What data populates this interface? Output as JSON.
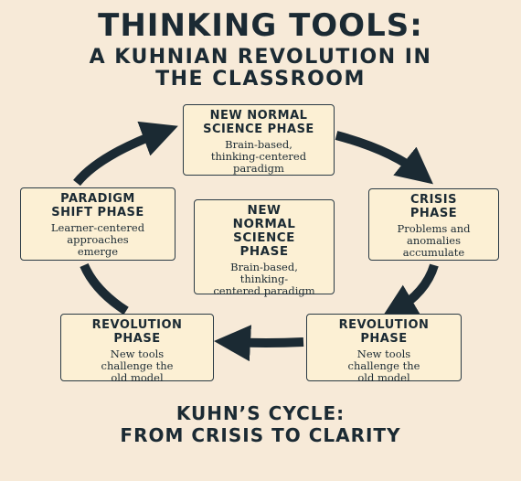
{
  "title": {
    "line1": "THINKING TOOLS:",
    "line2": "A KUHNIAN REVOLUTION IN",
    "line3": "THE CLASSROOM"
  },
  "boxes": {
    "new_normal_top": {
      "title": "NEW NORMAL\nSCIENCE PHASE",
      "desc": "Brain-based,\nthinking-centered\nparadigm"
    },
    "crisis": {
      "title": "CRISIS\nPHASE",
      "desc": "Problems and\nanomalies\naccumulate"
    },
    "paradigm_shift": {
      "title": "PARADIGM\nSHIFT PHASE",
      "desc": "Learner-centered\napproaches\nemerge"
    },
    "center": {
      "title": "NEW\nNORMAL\nSCIENCE\nPHASE",
      "desc": "Brain-based,\nthinking-\ncentered paradigm"
    },
    "revolution_left": {
      "title": "REVOLUTION\nPHASE",
      "desc": "New tools\nchallenge the\nold model"
    },
    "revolution_right": {
      "title": "REVOLUTION\nPHASE",
      "desc": "New tools\nchallenge the\nold model"
    }
  },
  "footer": {
    "line1": "KUHN’S CYCLE:",
    "line2": "FROM CRISIS TO CLARITY"
  },
  "colors": {
    "background": "#f7ead8",
    "box_fill": "#fcf0d4",
    "ink": "#1b2a33"
  }
}
